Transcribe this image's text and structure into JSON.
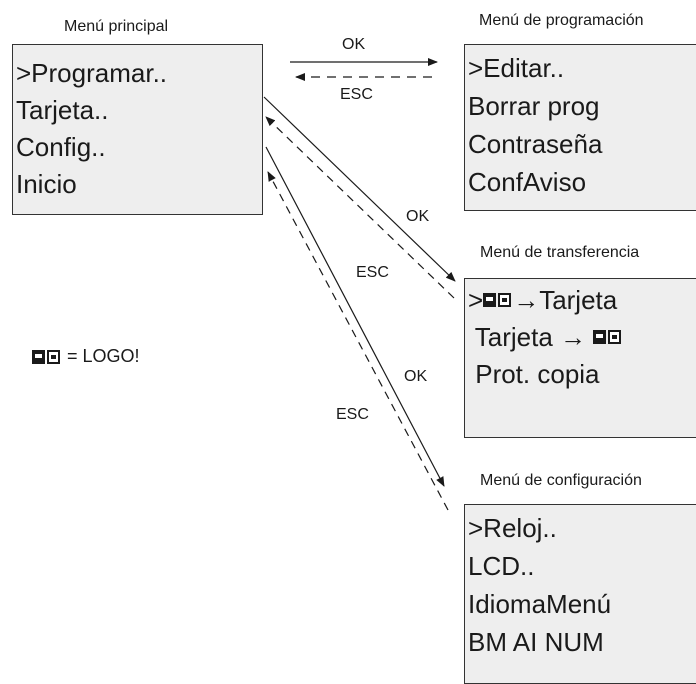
{
  "main_menu": {
    "title": "Menú principal",
    "items": [
      ">Programar..",
      " Tarjeta..",
      " Config..",
      " Inicio"
    ]
  },
  "programming_menu": {
    "title": "Menú de programación",
    "items": [
      ">Editar..",
      " Borrar prog",
      " Contraseña",
      " ConfAviso"
    ]
  },
  "transfer_menu": {
    "title": "Menú de transferencia",
    "line1_prefix": ">",
    "line1_suffix": "→Tarjeta",
    "line2_prefix": " Tarjeta → ",
    "line3": " Prot. copia"
  },
  "config_menu": {
    "title": "Menú de configuración",
    "items": [
      ">Reloj..",
      " LCD..",
      " IdiomaMenú",
      " BM AI NUM"
    ]
  },
  "legend": {
    "text": " = LOGO!",
    "icon": "logo-module-icon"
  },
  "arrows": {
    "programming_ok": "OK",
    "programming_esc": "ESC",
    "transfer_ok": "OK",
    "transfer_esc": "ESC",
    "config_ok": "OK",
    "config_esc": "ESC"
  },
  "colors": {
    "box_fill": "#eeeeee",
    "stroke": "#1a1a1a"
  }
}
